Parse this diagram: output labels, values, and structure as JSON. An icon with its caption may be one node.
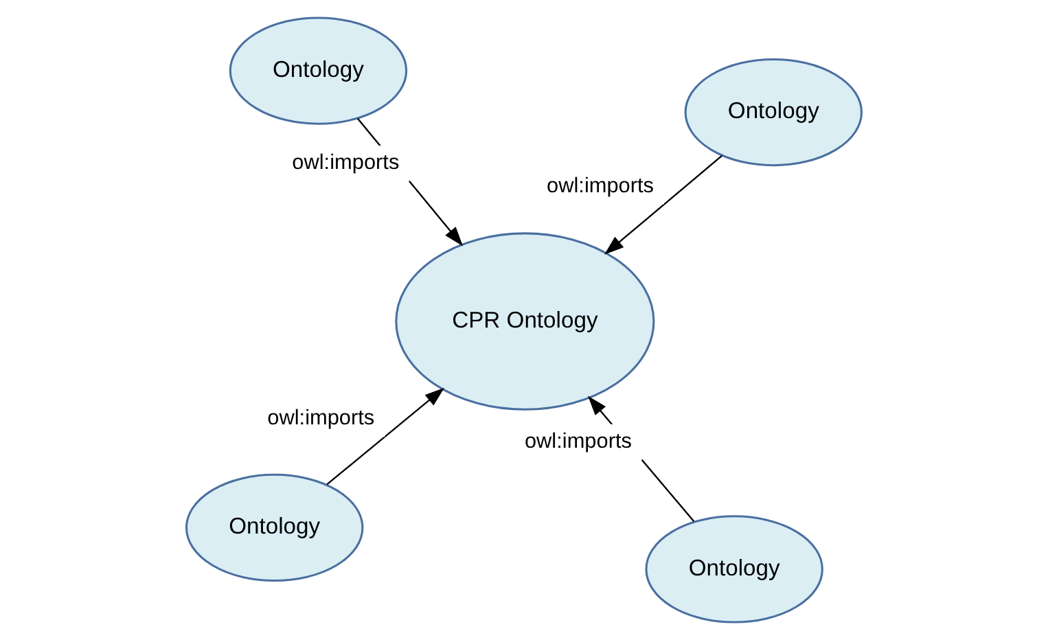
{
  "diagram": {
    "nodes": [
      {
        "text": [
          "Ontology"
        ]
      },
      {
        "text": [
          "Ontology"
        ]
      },
      {
        "text": [
          "CPR Ontology"
        ]
      },
      {
        "text": [
          "Ontology"
        ]
      },
      {
        "text": [
          "Ontology"
        ]
      }
    ],
    "edges": [
      {
        "from": 0,
        "to": 2,
        "arrow": "to",
        "label": "owl:imports"
      },
      {
        "from": 1,
        "to": 2,
        "arrow": "to",
        "label": "owl:imports"
      },
      {
        "from": 3,
        "to": 2,
        "arrow": "to",
        "label": "owl:imports"
      },
      {
        "from": 4,
        "to": 2,
        "arrow": "to",
        "label": "owl:imports"
      }
    ]
  }
}
